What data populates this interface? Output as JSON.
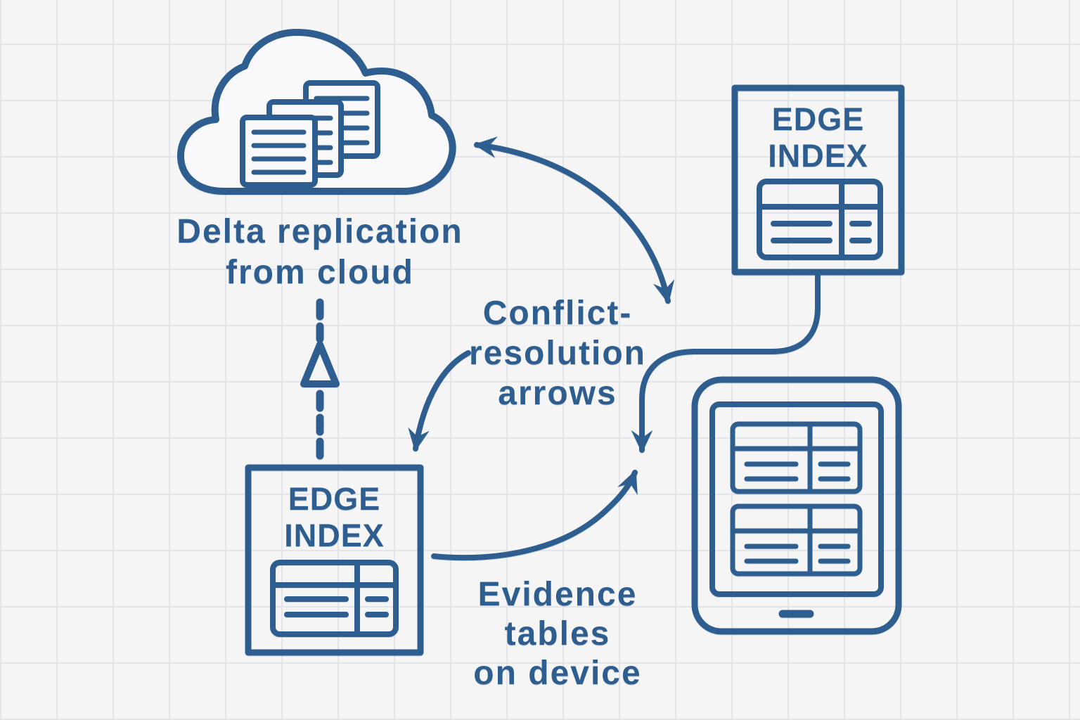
{
  "colors": {
    "ink": "#2e5e90",
    "paper": "#f5f5f6",
    "grid": "#e4e5ea",
    "paper_fill": "#f9f9fb"
  },
  "labels": {
    "delta_replication": {
      "line1": "Delta replication",
      "line2": "from cloud"
    },
    "conflict_resolution": {
      "line1": "Conflict-",
      "line2": "resolution",
      "line3": "arrows"
    },
    "evidence_tables": {
      "line1": "Evidence",
      "line2": "tables",
      "line3": "on device"
    },
    "edge_index_top": {
      "line1": "EDGE",
      "line2": "INDEX"
    },
    "edge_index_bottom": {
      "line1": "EDGE",
      "line2": "INDEX"
    }
  },
  "icons": {
    "cloud": "cloud-documents-icon",
    "edge_index_table": "index-table-icon",
    "tablet": "tablet-evidence-tables-icon",
    "dashed_arrow": "delta-replication-dashed-arrow",
    "double_arrow": "conflict-sync-double-arrow"
  },
  "background": {
    "style": "graph-paper-grid"
  }
}
